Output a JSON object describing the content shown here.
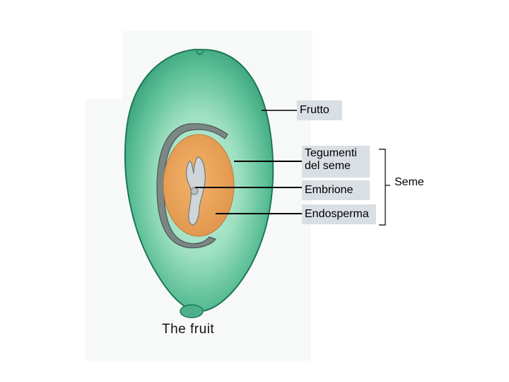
{
  "diagram": {
    "labels": {
      "frutto": "Frutto",
      "tegumenti": "Tegumenti del seme",
      "embrione": "Embrione",
      "endosperma": "Endosperma",
      "seme": "Seme"
    },
    "caption": "The fruit"
  },
  "colors": {
    "fruit_outer": "#2f9a73",
    "fruit_inner": "#9fe0c2",
    "endosperm": "#e8a35a",
    "seed_coat": "#6f7b78",
    "embryo": "#c9cfd3",
    "label_bg": "#d9dfe4",
    "leader_line": "#000000"
  }
}
